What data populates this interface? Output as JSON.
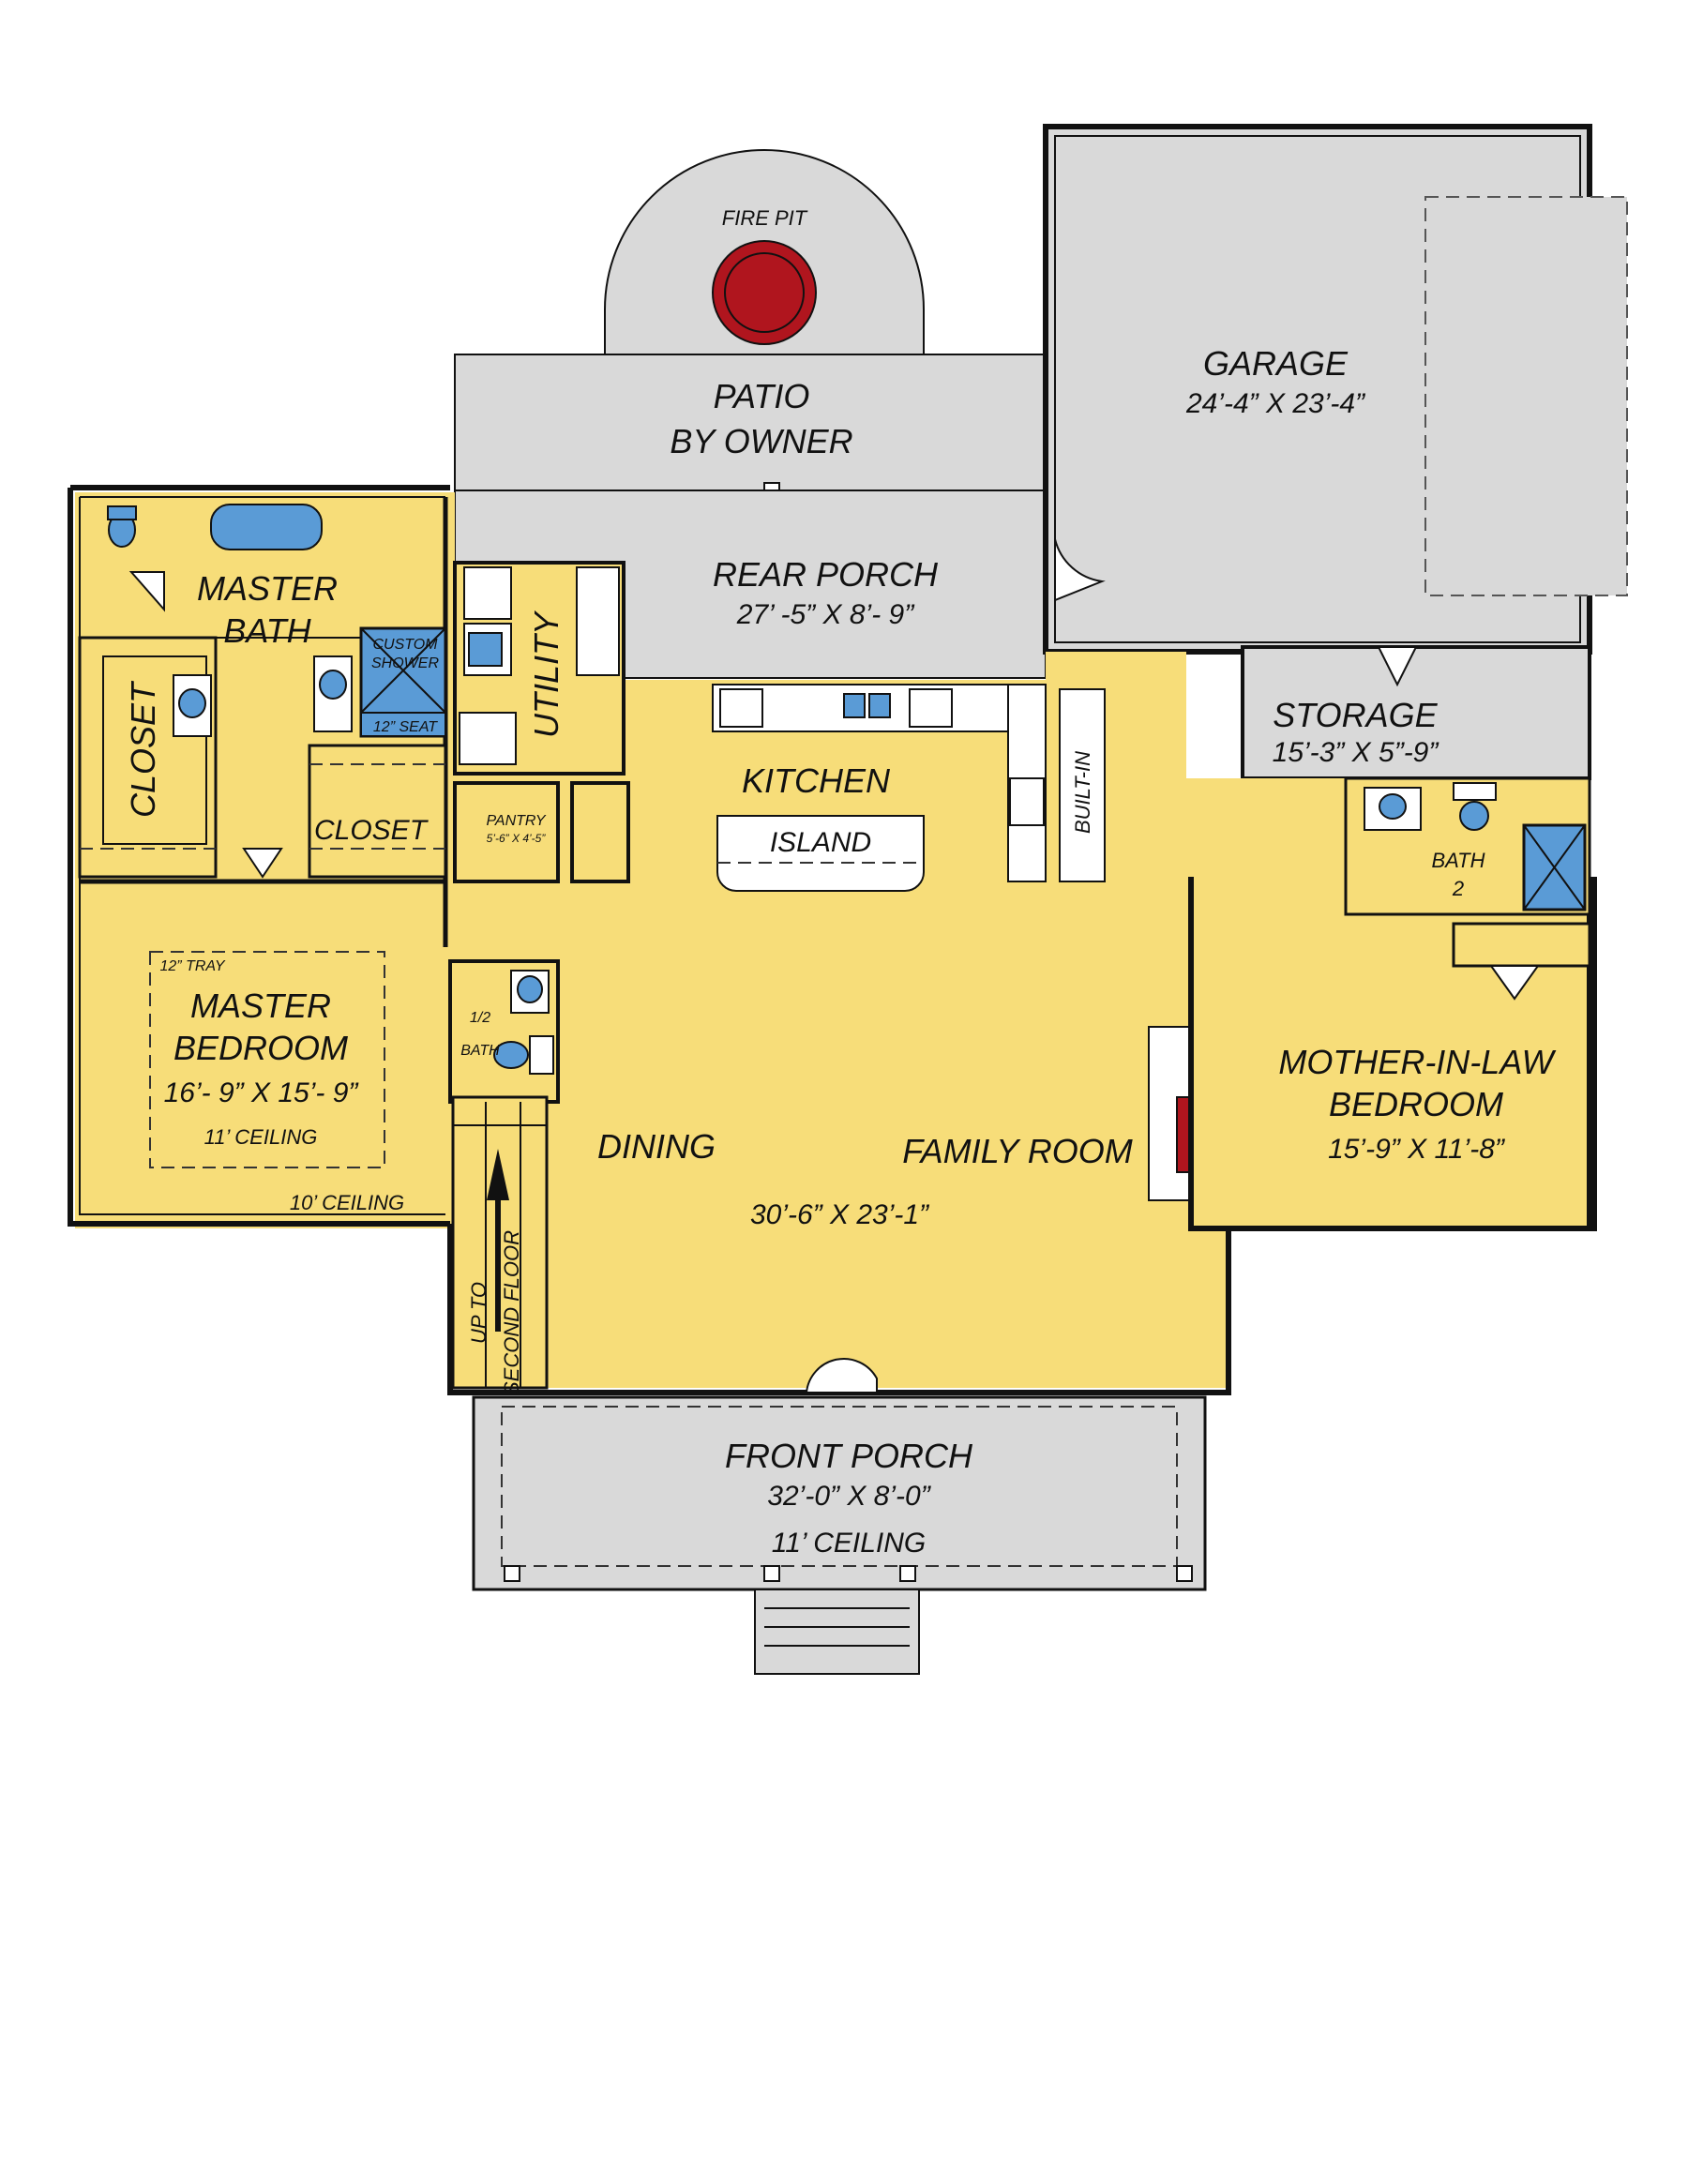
{
  "colors": {
    "living": "#f7dd79",
    "exterior": "#d9d9d9",
    "fixture": "#5a9bd6",
    "firepit": "#b0151e",
    "fireplace": "#b0151e"
  },
  "labels": {
    "fire_pit": "FIRE PIT",
    "patio_1": "PATIO",
    "patio_2": "BY OWNER",
    "garage": "GARAGE",
    "garage_dim": "24’-4” X 23’-4”",
    "rear_porch": "REAR PORCH",
    "rear_porch_dim": "27’ -5” X 8’- 9”",
    "master_bath_1": "MASTER",
    "master_bath_2": "BATH",
    "custom_shower_1": "CUSTOM",
    "custom_shower_2": "SHOWER",
    "seat": "12” SEAT",
    "utility": "UTILITY",
    "storage": "STORAGE",
    "storage_dim": "15’-3” X 5”-9”",
    "closet_left": "CLOSET",
    "closet_right": "CLOSET",
    "kitchen": "KITCHEN",
    "island": "ISLAND",
    "pantry": "PANTRY",
    "pantry_dim": "5’-6” X 4’-5”",
    "built_in": "BUILT-IN",
    "bath2_1": "BATH",
    "bath2_2": "2",
    "tray": "12” TRAY",
    "master_bed_1": "MASTER",
    "master_bed_2": "BEDROOM",
    "master_bed_dim": "16’- 9” X 15’- 9”",
    "master_bed_ceiling": "11’ CEILING",
    "master_bed_ceiling2": "10’ CEILING",
    "half_bath_1": "1/2",
    "half_bath_2": "BATH",
    "dining": "DINING",
    "family_room": "FAMILY ROOM",
    "family_dim": "30’-6” X 23’-1”",
    "mil_1": "MOTHER-IN-LAW",
    "mil_2": "BEDROOM",
    "mil_dim": "15’-9” X 11’-8”",
    "stairs_1": "UP TO",
    "stairs_2": "SECOND FLOOR",
    "front_porch": "FRONT  PORCH",
    "front_porch_dim": "32’-0” X 8’-0”",
    "front_porch_ceiling": "11’ CEILING"
  }
}
